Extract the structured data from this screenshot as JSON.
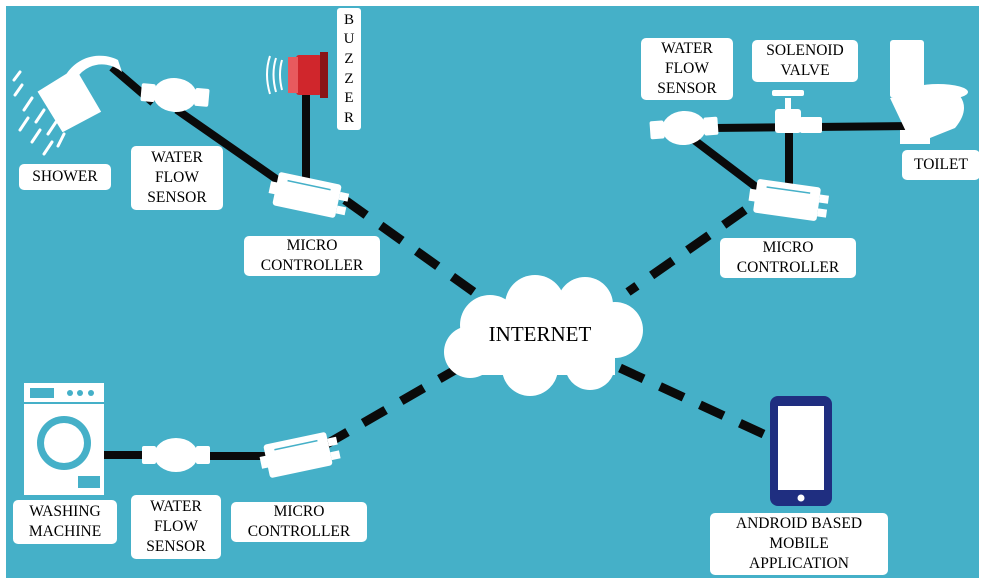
{
  "colors": {
    "background": "#45B0C8",
    "link": "#0A0A0A",
    "device": "#FFFFFF",
    "buzzer": "#D0262C",
    "phone": "#1F2E80",
    "phone_screen": "#FFFFFF"
  },
  "labels": {
    "shower": "SHOWER",
    "sensor_shower": "WATER\nFLOW\nSENSOR",
    "buzzer": [
      "B",
      "U",
      "Z",
      "Z",
      "E",
      "R"
    ],
    "mc_top_left": "MICRO\nCONTROLLER",
    "sensor_toilet": "WATER\nFLOW\nSENSOR",
    "solenoid": "SOLENOID\nVALVE",
    "toilet": "TOILET",
    "mc_top_right": "MICRO\nCONTROLLER",
    "internet": "INTERNET",
    "washing": "WASHING\nMACHINE",
    "sensor_washing": "WATER\nFLOW\nSENSOR",
    "mc_bottom": "MICRO\nCONTROLLER",
    "android": "ANDROID BASED\nMOBILE\nAPPLICATION"
  },
  "icons": [
    "shower-icon",
    "water-flow-sensor-icon",
    "microcontroller-icon",
    "buzzer-icon",
    "solenoid-valve-icon",
    "toilet-icon",
    "cloud-icon",
    "washing-machine-icon",
    "smartphone-icon"
  ]
}
